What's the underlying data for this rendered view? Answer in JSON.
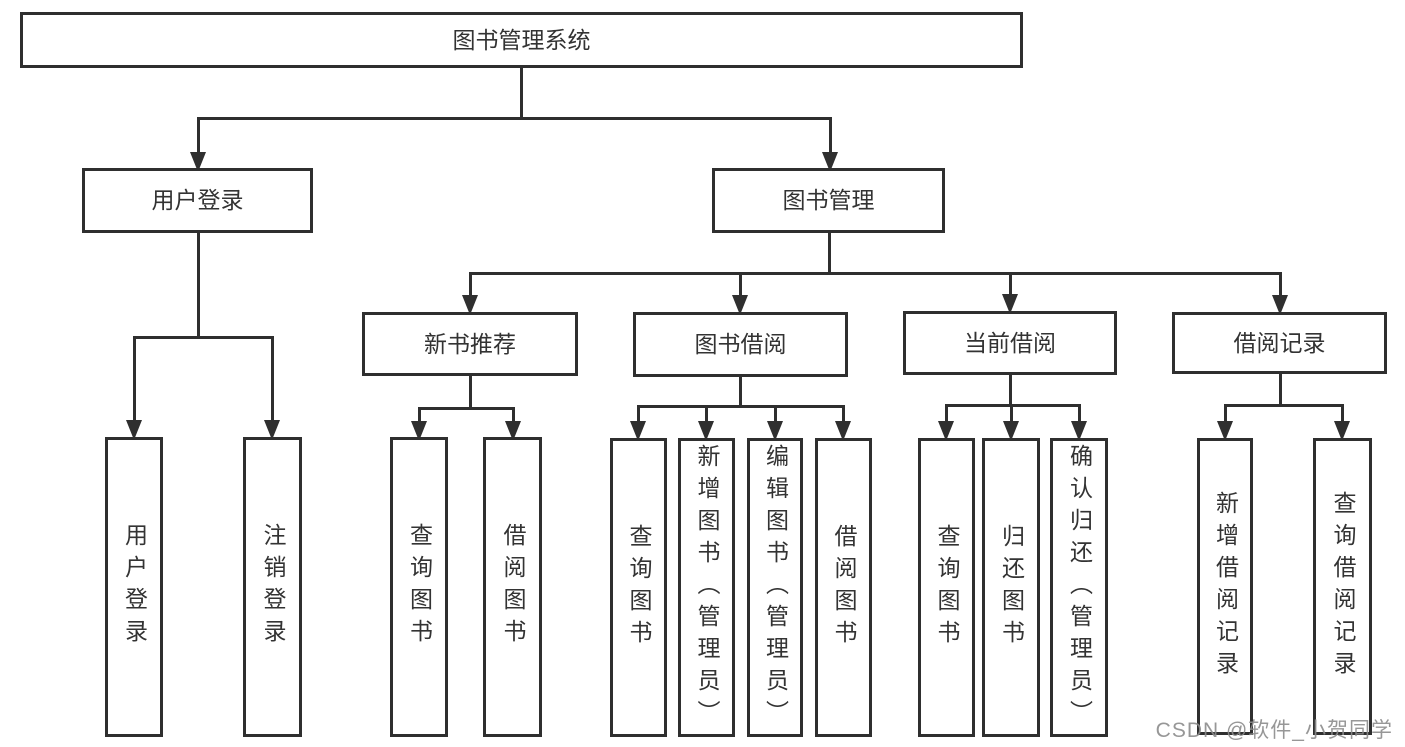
{
  "diagram": {
    "title": "图书管理系统",
    "watermark": "CSDN @软件_小贺同学",
    "colors": {
      "line": "#2f2f2f",
      "box_background": "#ffffff",
      "text": "#333333",
      "watermark": "#8c8c8c"
    },
    "nodes": [
      {
        "id": "root",
        "label": "图书管理系统",
        "level": 1,
        "orientation": "horizontal"
      },
      {
        "id": "user-login",
        "label": "用户登录",
        "level": 2,
        "orientation": "horizontal"
      },
      {
        "id": "book-mgmt",
        "label": "图书管理",
        "level": 2,
        "orientation": "horizontal"
      },
      {
        "id": "new-book-recommend",
        "label": "新书推荐",
        "level": 3,
        "orientation": "horizontal"
      },
      {
        "id": "book-borrow",
        "label": "图书借阅",
        "level": 3,
        "orientation": "horizontal"
      },
      {
        "id": "current-borrow",
        "label": "当前借阅",
        "level": 3,
        "orientation": "horizontal"
      },
      {
        "id": "borrow-records",
        "label": "借阅记录",
        "level": 3,
        "orientation": "horizontal"
      },
      {
        "id": "leaf-user-login",
        "label": "用户登录",
        "level": 4,
        "orientation": "vertical"
      },
      {
        "id": "leaf-logout",
        "label": "注销登录",
        "level": 4,
        "orientation": "vertical"
      },
      {
        "id": "leaf-nb-query",
        "label": "查询图书",
        "level": 4,
        "orientation": "vertical"
      },
      {
        "id": "leaf-nb-borrow",
        "label": "借阅图书",
        "level": 4,
        "orientation": "vertical"
      },
      {
        "id": "leaf-bb-query",
        "label": "查询图书",
        "level": 4,
        "orientation": "vertical"
      },
      {
        "id": "leaf-bb-add",
        "label": "新增图书（管理员）",
        "level": 4,
        "orientation": "vertical"
      },
      {
        "id": "leaf-bb-edit",
        "label": "编辑图书（管理员）",
        "level": 4,
        "orientation": "vertical"
      },
      {
        "id": "leaf-bb-borrow",
        "label": "借阅图书",
        "level": 4,
        "orientation": "vertical"
      },
      {
        "id": "leaf-cb-query",
        "label": "查询图书",
        "level": 4,
        "orientation": "vertical"
      },
      {
        "id": "leaf-cb-return",
        "label": "归还图书",
        "level": 4,
        "orientation": "vertical"
      },
      {
        "id": "leaf-cb-confirm",
        "label": "确认归还（管理员）",
        "level": 4,
        "orientation": "vertical"
      },
      {
        "id": "leaf-br-add",
        "label": "新增借阅记录",
        "level": 4,
        "orientation": "vertical"
      },
      {
        "id": "leaf-br-query",
        "label": "查询借阅记录",
        "level": 4,
        "orientation": "vertical"
      }
    ],
    "edges": [
      [
        "root",
        "user-login"
      ],
      [
        "root",
        "book-mgmt"
      ],
      [
        "user-login",
        "leaf-user-login"
      ],
      [
        "user-login",
        "leaf-logout"
      ],
      [
        "book-mgmt",
        "new-book-recommend"
      ],
      [
        "book-mgmt",
        "book-borrow"
      ],
      [
        "book-mgmt",
        "current-borrow"
      ],
      [
        "book-mgmt",
        "borrow-records"
      ],
      [
        "new-book-recommend",
        "leaf-nb-query"
      ],
      [
        "new-book-recommend",
        "leaf-nb-borrow"
      ],
      [
        "book-borrow",
        "leaf-bb-query"
      ],
      [
        "book-borrow",
        "leaf-bb-add"
      ],
      [
        "book-borrow",
        "leaf-bb-edit"
      ],
      [
        "book-borrow",
        "leaf-bb-borrow"
      ],
      [
        "current-borrow",
        "leaf-cb-query"
      ],
      [
        "current-borrow",
        "leaf-cb-return"
      ],
      [
        "current-borrow",
        "leaf-cb-confirm"
      ],
      [
        "borrow-records",
        "leaf-br-add"
      ],
      [
        "borrow-records",
        "leaf-br-query"
      ]
    ]
  }
}
